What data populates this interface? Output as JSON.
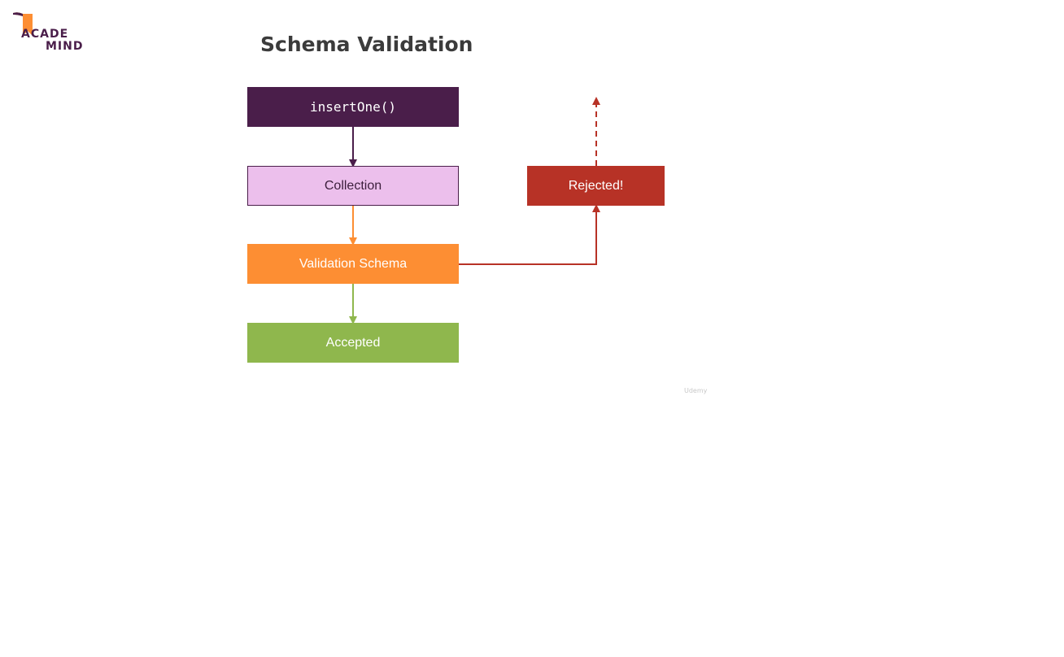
{
  "logo": {
    "line1": "ACADE",
    "line2": "MIND",
    "mark_color": "#fd8e33",
    "text_color": "#4a1e4a"
  },
  "title": "Schema Validation",
  "nodes": {
    "insert": "insertOne()",
    "collection": "Collection",
    "validation": "Validation Schema",
    "accepted": "Accepted",
    "rejected": "Rejected!"
  },
  "colors": {
    "insert": "#4a1e4a",
    "collection": "#ecbfec",
    "validation": "#fd8e33",
    "accepted": "#8fb74d",
    "rejected": "#b73226"
  },
  "watermark": "Udemy"
}
